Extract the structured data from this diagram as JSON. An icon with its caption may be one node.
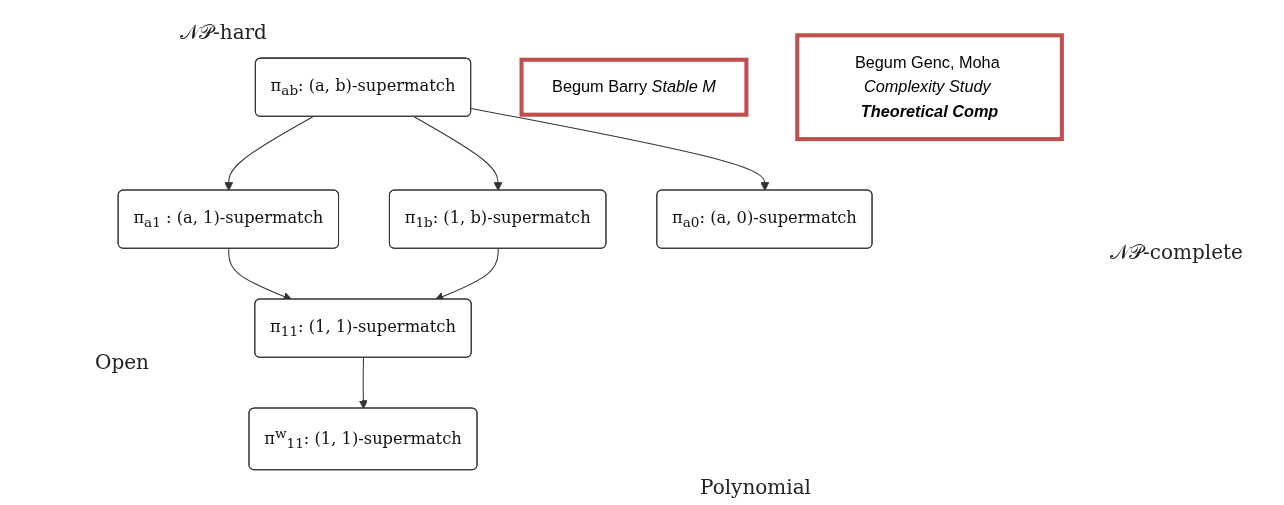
{
  "diagram": {
    "nodes": [
      {
        "text": [
          "π$_{ab}$: (a, b)-supermatch"
        ]
      },
      {
        "text": [
          "π$_{a1}$ : (a, 1)-supermatch"
        ]
      },
      {
        "text": [
          "π$_{1b}$: (1, b)-supermatch"
        ]
      },
      {
        "text": [
          "π$_{11}$: (1, 1)-supermatch"
        ]
      },
      {
        "text": [
          "π$_{a0}$: (a, 0)-supermatch"
        ]
      },
      {
        "text": [
          "π$^{w}$$_{11}$: (1, 1)-supermatch"
        ]
      },
      {
        "text": [
          "Begum Barry *Stable M*"
        ]
      },
      {
        "text": [
          "Begum Genc, Moha *Complexity Study* **Theoretical Comp**"
        ]
      }
    ],
    "edges": [
      {
        "from": 0,
        "to": 4,
        "arrow": "to"
      },
      {
        "from": 0,
        "to": 1,
        "arrow": "to"
      },
      {
        "from": 0,
        "to": 2,
        "arrow": "to"
      },
      {
        "from": 1,
        "to": 3,
        "arrow": "to"
      },
      {
        "from": 2,
        "to": 3,
        "arrow": "to"
      },
      {
        "from": 3,
        "to": 5,
        "arrow": "to"
      }
    ],
    "labels": [
      "𝒩𝒫-hard",
      "𝒩𝒫-complete",
      "Open",
      "Polynomial"
    ]
  }
}
